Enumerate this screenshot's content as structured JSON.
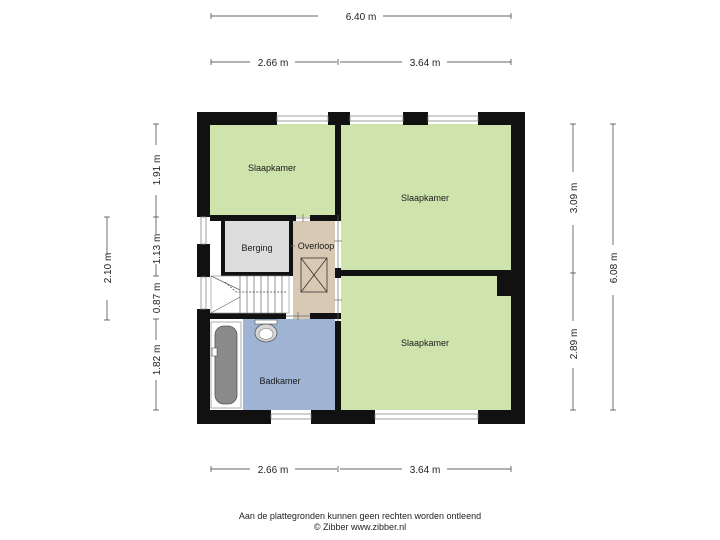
{
  "dimensions": {
    "top_total": "6.40 m",
    "top_left": "2.66 m",
    "top_right": "3.64 m",
    "bottom_left": "2.66 m",
    "bottom_right": "3.64 m",
    "left_outer": "2.10 m",
    "left_a": "1.91 m",
    "left_b": "1.13 m",
    "left_c": "0.87 m",
    "left_d": "1.82 m",
    "right_top": "3.09 m",
    "right_bottom": "2.89 m",
    "right_total": "6.08 m"
  },
  "rooms": {
    "bedroom_top_left": "Slaapkamer",
    "bedroom_top_right": "Slaapkamer",
    "bedroom_bottom_right": "Slaapkamer",
    "storage": "Berging",
    "landing": "Overloop",
    "bathroom": "Badkamer"
  },
  "colors": {
    "bedroom": "#cfe3ad",
    "storage": "#dcdcdc",
    "landing": "#d8c9b5",
    "bathroom": "#9fb4d4",
    "wall": "#111111"
  },
  "footer": {
    "disclaimer": "Aan de plattegronden kunnen geen rechten worden ontleend",
    "copyright": "© Zibber www.zibber.nl"
  }
}
